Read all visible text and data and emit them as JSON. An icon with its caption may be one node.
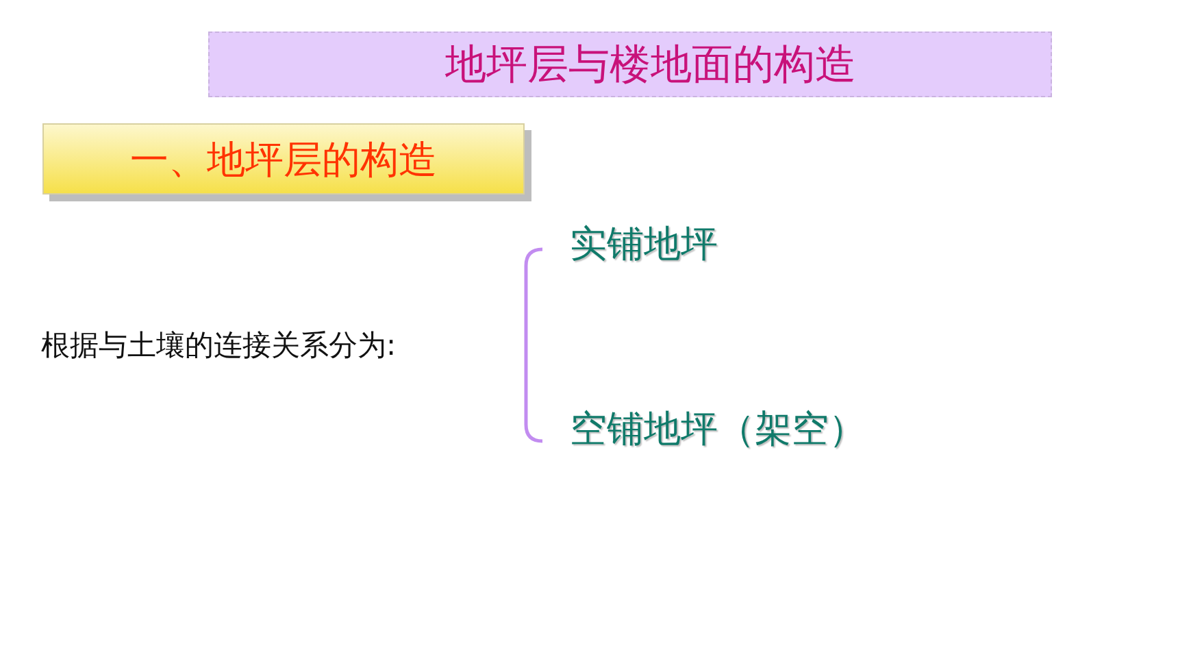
{
  "diagram": {
    "title": "地坪层与楼地面的构造",
    "nodes": [
      {
        "text": [
          "一、地坪层的构造"
        ]
      }
    ],
    "labels": [
      "根据与土壤的连接关系分为:",
      "实铺地坪",
      "空铺地坪（架空）"
    ]
  }
}
